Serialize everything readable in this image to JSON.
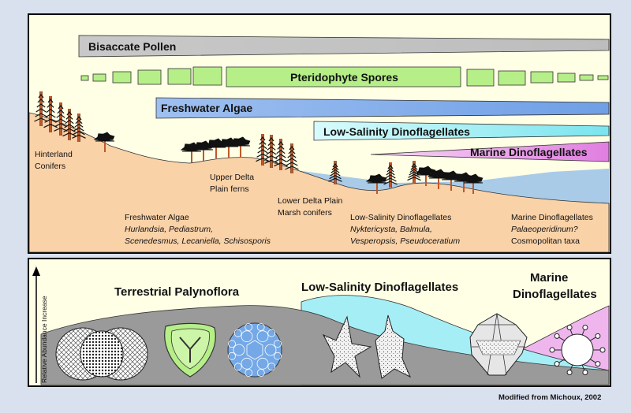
{
  "bands": {
    "bisaccate": "Bisaccate Pollen",
    "pteridophyte": "Pteridophyte Spores",
    "freshwater": "Freshwater Algae",
    "low_salinity": "Low-Salinity Dinoflagellates",
    "marine": "Marine Dinoflagellates"
  },
  "zones": {
    "hinterland": [
      "Hinterland",
      "Conifers"
    ],
    "upper_delta": [
      "Upper Delta",
      "Plain ferns"
    ],
    "lower_delta": [
      "Lower Delta Plain",
      "Marsh conifers"
    ]
  },
  "taxa": {
    "freshwater": {
      "title": "Freshwater Algae",
      "lines": [
        "Hurlandsia, Pediastrum,",
        "Scenedesmus, Lecaniella, Schisosporis"
      ]
    },
    "low_salinity": {
      "title": "Low-Salinity Dinoflagellates",
      "lines": [
        "Nyktericysta, Balmula,",
        "Vesperopsis, Pseudoceratium"
      ]
    },
    "marine": {
      "title": "Marine Dinoflagellates",
      "lines": [
        "Palaeoperidinum?",
        "Cosmopolitan taxa"
      ]
    }
  },
  "lower_panel": {
    "y_axis_label": "Relative Abundance Increase",
    "terrestrial": "Terrestrial Palynoflora",
    "low_salinity": "Low-Salinity Dinoflagellates",
    "marine": [
      "Marine",
      "Dinoflagellates"
    ]
  },
  "credit": "Modified from Michoux, 2002",
  "colors": {
    "background": "#d9e0ee",
    "panel": "#ffffe6",
    "land": "#fad2a8",
    "water": "#a9cbe8",
    "bisaccate": "#c8c8c8",
    "pteridophyte": "#b6ee88",
    "freshwater": "#8cb4ec",
    "low_salinity": "#b4f2f4",
    "marine": "#f0a6ee",
    "tree_trunk": "#c0582a"
  }
}
